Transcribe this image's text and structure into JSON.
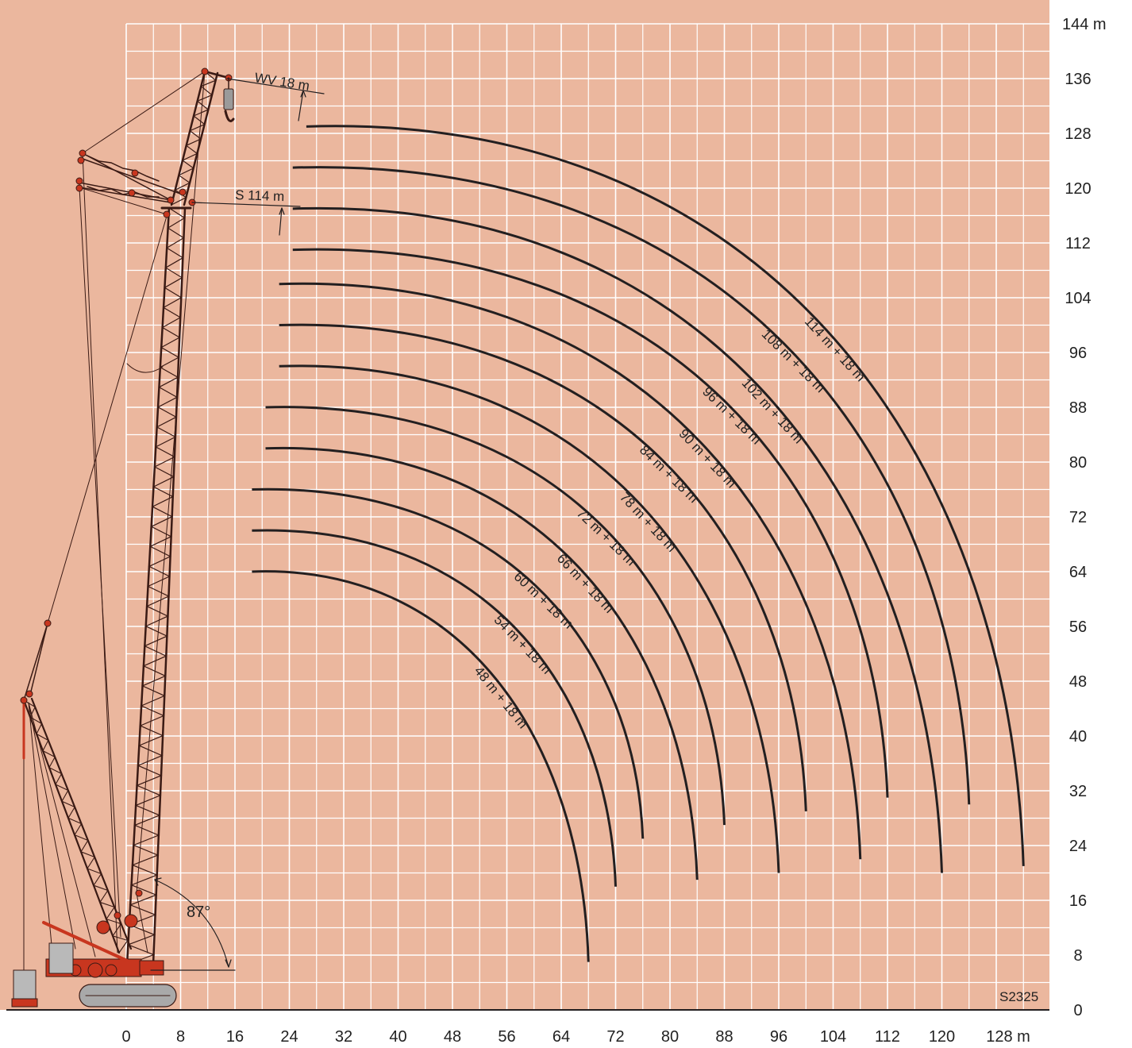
{
  "code": "S2325",
  "angle_label": "87°",
  "config_labels": {
    "jib": "WV 18 m",
    "boom": "S 114 m"
  },
  "x_axis": {
    "ticks": [
      0,
      8,
      16,
      24,
      32,
      40,
      48,
      56,
      64,
      72,
      80,
      88,
      96,
      104,
      112,
      120,
      128
    ],
    "tick_labels": [
      "0",
      "8",
      "16",
      "24",
      "32",
      "40",
      "48",
      "56",
      "64",
      "72",
      "80",
      "88",
      "96",
      "104",
      "112",
      "120",
      "128 m"
    ]
  },
  "y_axis": {
    "ticks": [
      0,
      8,
      16,
      24,
      32,
      40,
      48,
      56,
      64,
      72,
      80,
      88,
      96,
      104,
      112,
      120,
      128,
      136,
      144
    ],
    "tick_labels": [
      "0",
      "8",
      "16",
      "24",
      "32",
      "40",
      "48",
      "56",
      "64",
      "72",
      "80",
      "88",
      "96",
      "104",
      "112",
      "120",
      "128",
      "136",
      "144 m"
    ]
  },
  "colors": {
    "background": "#ebb79e",
    "grid": "#ffffff",
    "curve": "#231f20",
    "crane": "#c8361f",
    "crane_dark": "#3a1a14"
  },
  "chart_data": {
    "type": "line",
    "xlabel": "",
    "ylabel": "",
    "xlim": [
      -18,
      138
    ],
    "ylim": [
      0,
      144
    ],
    "series": [
      {
        "name": "48 m + 18 m",
        "points": [
          [
            18.5,
            64
          ],
          [
            68,
            7
          ]
        ]
      },
      {
        "name": "54 m + 18 m",
        "points": [
          [
            18.5,
            70
          ],
          [
            72,
            18
          ]
        ]
      },
      {
        "name": "60 m + 18 m",
        "points": [
          [
            18.5,
            76
          ],
          [
            76,
            25
          ]
        ]
      },
      {
        "name": "66 m + 18 m",
        "points": [
          [
            20.5,
            82
          ],
          [
            84,
            19
          ]
        ]
      },
      {
        "name": "72 m + 18 m",
        "points": [
          [
            20.5,
            88
          ],
          [
            88,
            27
          ]
        ]
      },
      {
        "name": "78 m + 18 m",
        "points": [
          [
            22.5,
            94
          ],
          [
            96,
            20
          ]
        ]
      },
      {
        "name": "84 m + 18 m",
        "points": [
          [
            22.5,
            100
          ],
          [
            100,
            29
          ]
        ]
      },
      {
        "name": "90 m + 18 m",
        "points": [
          [
            22.5,
            106
          ],
          [
            108,
            22
          ]
        ]
      },
      {
        "name": "96 m + 18 m",
        "points": [
          [
            24.5,
            111
          ],
          [
            112,
            31
          ]
        ]
      },
      {
        "name": "102 m + 18 m",
        "points": [
          [
            24.5,
            117
          ],
          [
            120,
            20
          ]
        ]
      },
      {
        "name": "108 m + 18 m",
        "points": [
          [
            24.5,
            123
          ],
          [
            124,
            30
          ]
        ]
      },
      {
        "name": "114 m + 18 m",
        "points": [
          [
            26.5,
            129
          ],
          [
            132,
            21
          ]
        ]
      }
    ]
  }
}
